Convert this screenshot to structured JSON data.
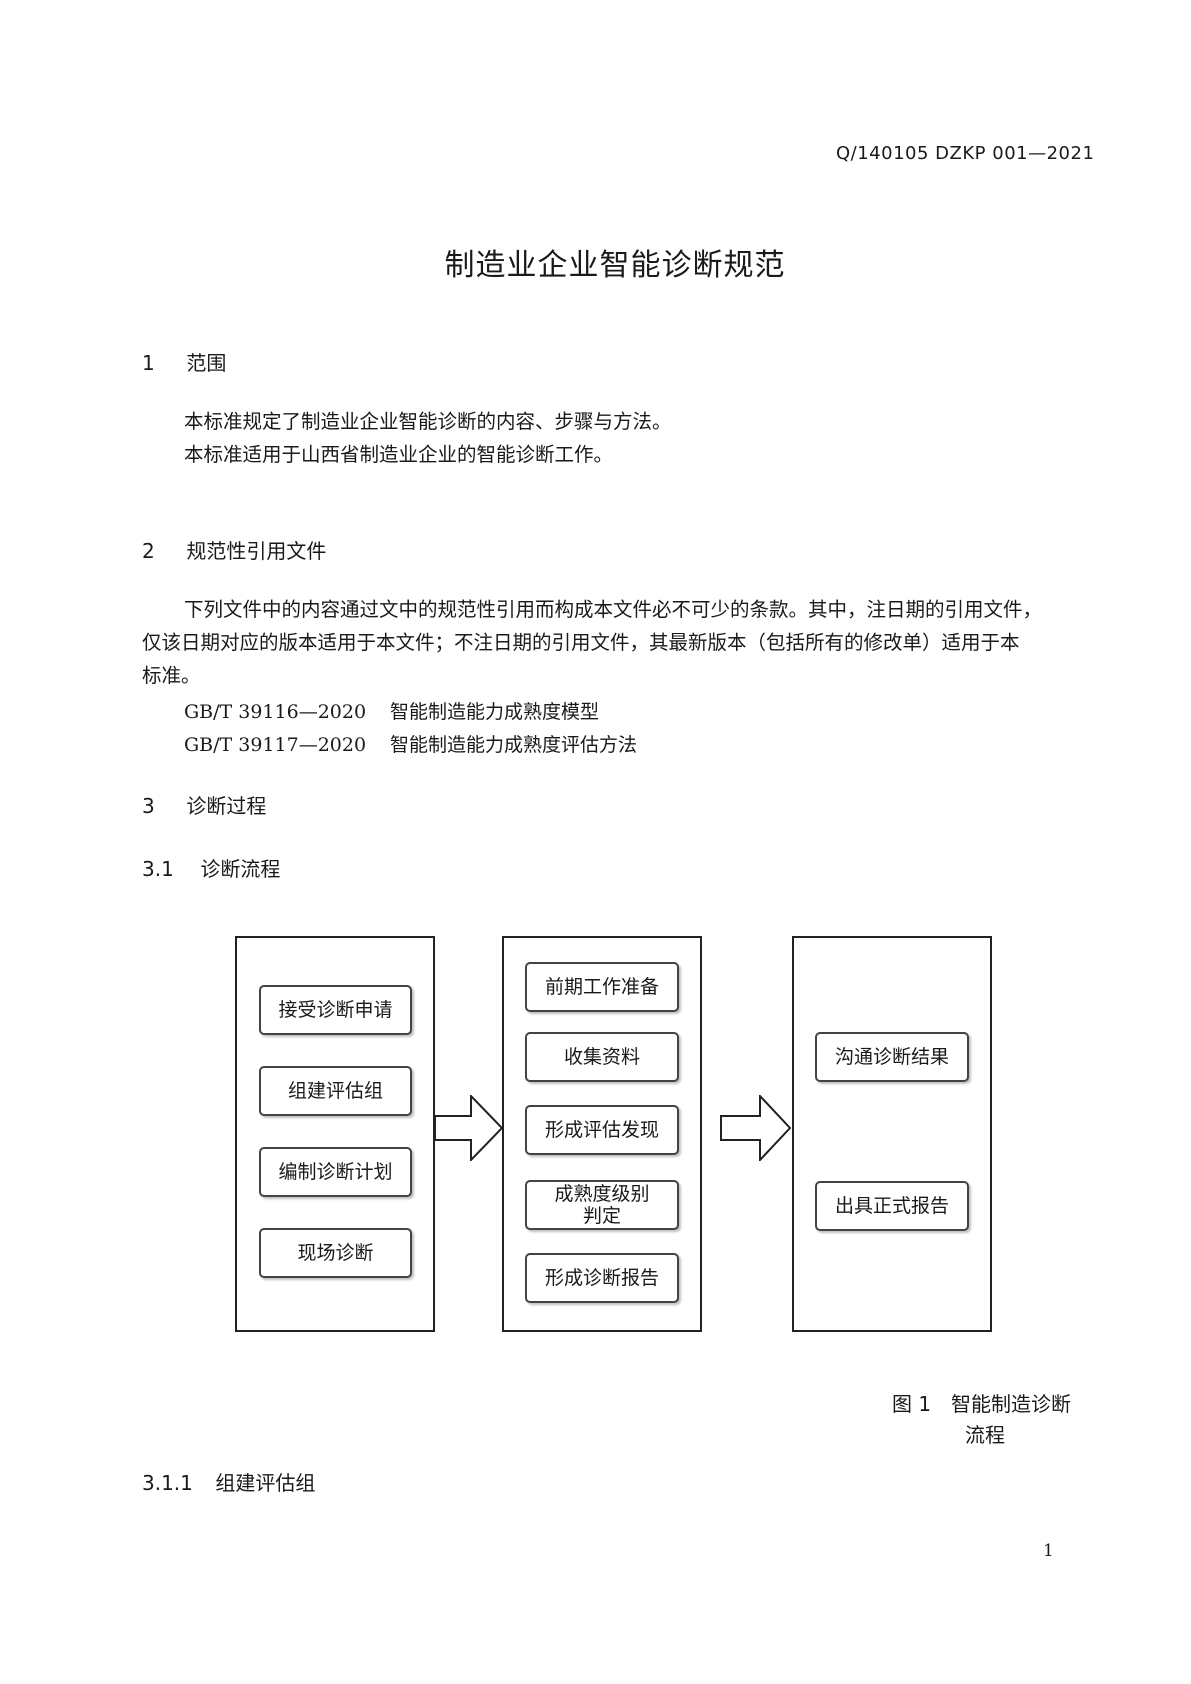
{
  "header": {
    "doc_number": "Q/140105 DZKP 001—2021"
  },
  "title": "制造业企业智能诊断规范",
  "section1": {
    "num": "1",
    "heading": "范围",
    "paragraphs": [
      "本标准规定了制造业企业智能诊断的内容、步骤与方法。",
      "本标准适用于山西省制造业企业的智能诊断工作。"
    ]
  },
  "section2": {
    "num": "2",
    "heading": "规范性引用文件",
    "paragraph": "下列文件中的内容通过文中的规范性引用而构成本文件必不可少的条款。其中，注日期的引用文件，仅该日期对应的版本适用于本文件；不注日期的引用文件，其最新版本（包括所有的修改单）适用于本标准。",
    "paragraph_lines": [
      "下列文件中的内容通过文中的规范性引用而构成本文件必不可少的条款。其中，注日期的引用文件，",
      "仅该日期对应的版本适用于本文件；不注日期的引用文件，其最新版本（包括所有的修改单）适用于本",
      "标准。"
    ],
    "references": [
      {
        "code": "GB/T 39116—2020",
        "title": "智能制造能力成熟度模型"
      },
      {
        "code": "GB/T 39117—2020",
        "title": "智能制造能力成熟度评估方法"
      }
    ]
  },
  "section3": {
    "num": "3",
    "heading": "诊断过程"
  },
  "section3_1": {
    "num": "3.1",
    "heading": "诊断流程"
  },
  "flowchart": {
    "column1": [
      "接受诊断申请",
      "组建评估组",
      "编制诊断计划",
      "现场诊断"
    ],
    "column2": [
      "前期工作准备",
      "收集资料",
      "形成评估发现",
      "成熟度级别判定",
      "形成诊断报告"
    ],
    "column3": [
      "沟通诊断结果",
      "出具正式报告"
    ]
  },
  "figure_caption": {
    "label": "图 1",
    "text_line1": "智能制造诊断",
    "text_line2": "流程"
  },
  "section3_1_1": {
    "num": "3.1.1",
    "heading": "组建评估组"
  },
  "page_number": "1"
}
